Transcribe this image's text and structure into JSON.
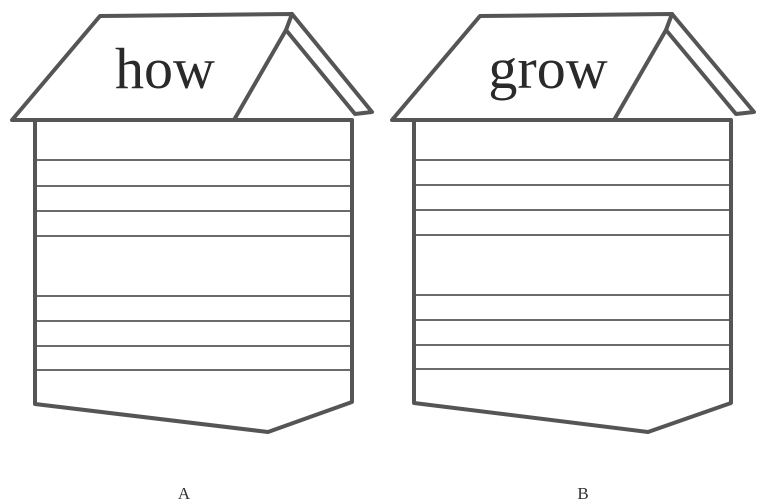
{
  "houses": [
    {
      "roof_word": "how",
      "caption": "A",
      "lines_top_group": 4,
      "lines_bottom_group": 4
    },
    {
      "roof_word": "grow",
      "caption": "B",
      "lines_top_group": 4,
      "lines_bottom_group": 4
    }
  ],
  "colors": {
    "outline": "#555555",
    "rule": "#6a6a6a",
    "text": "#2a2a2a",
    "background": "#ffffff"
  }
}
